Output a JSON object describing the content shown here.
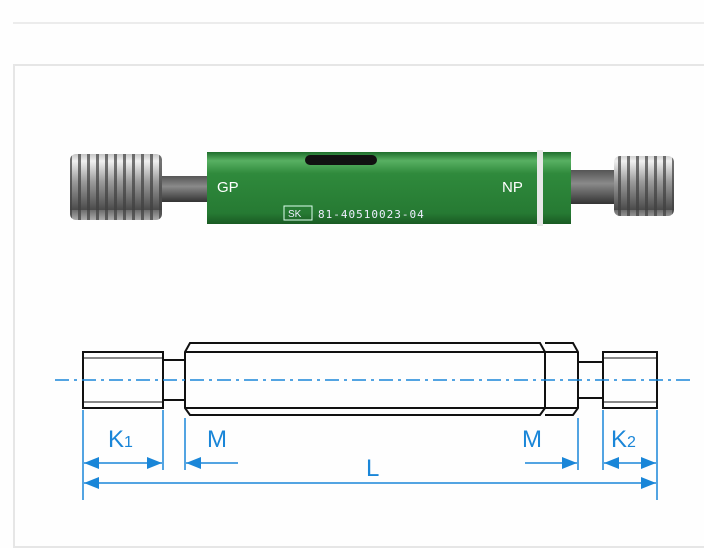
{
  "product": {
    "left_end_label": "GP",
    "right_end_label": "NP",
    "brand_mark": "SK",
    "part_number": "81-40510023-04",
    "body_color": "#2f8a3c"
  },
  "drawing": {
    "dimension_color": "#1a86d8",
    "labels": {
      "k1": "K",
      "k1_sub": "1",
      "m_left": "M",
      "m_right": "M",
      "k2": "K",
      "k2_sub": "2",
      "l": "L"
    }
  }
}
